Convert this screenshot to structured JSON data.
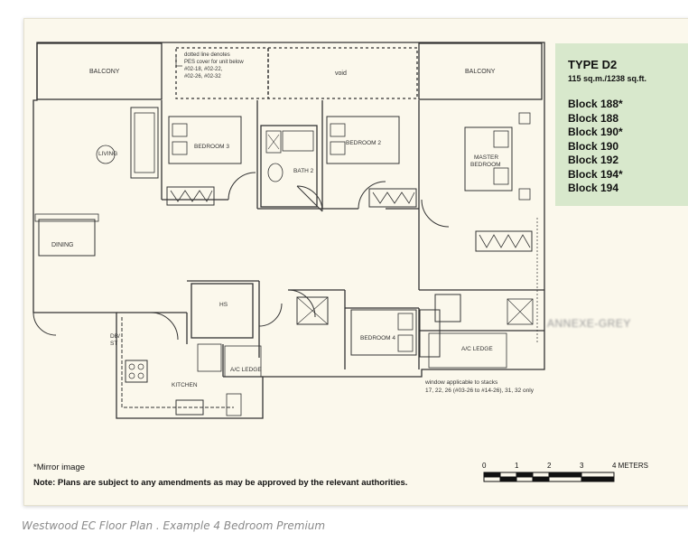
{
  "type_box": {
    "title": "TYPE D2",
    "area": "115 sq.m./1238 sq.ft.",
    "blocks": [
      "Block 188*",
      "Block 188",
      "Block 190*",
      "Block 190",
      "Block 192",
      "Block 194*",
      "Block 194"
    ]
  },
  "plan": {
    "rooms": {
      "balcony_left": "BALCONY",
      "balcony_right": "BALCONY",
      "void": "void",
      "living": "LIVING",
      "dining": "DINING",
      "bedroom3": "BEDROOM 3",
      "bedroom2": "BEDROOM 2",
      "master_bedroom_l1": "MASTER",
      "master_bedroom_l2": "BEDROOM",
      "bath2": "BATH 2",
      "hs": "HS",
      "kitchen": "KITCHEN",
      "db_st_1": "DB/",
      "db_st_2": "ST",
      "ac_ledge_left": "A/C LEDGE",
      "ac_ledge_right": "A/C LEDGE",
      "bedroom4": "BEDROOM 4",
      "stamp": "ANNEXE-GREY"
    },
    "pes_note": [
      "dotted line denotes",
      "PES cover for unit below",
      "#02-18, #02-22,",
      "#02-26, #02-32"
    ],
    "window_note": [
      "window applicable to stacks",
      "17, 22, 26 (#03-26 to #14-26), 31, 32 only"
    ]
  },
  "scale": {
    "ticks": [
      "0",
      "1",
      "2",
      "3",
      "4 METERS"
    ]
  },
  "notes": {
    "mirror": "*Mirror image",
    "disclaimer": "Note: Plans are subject to any amendments as may be approved by the relevant authorities."
  },
  "caption": "Westwood EC Floor Plan . Example 4 Bedroom Premium",
  "colors": {
    "panel": "#d8e8cc",
    "card": "#fbf8ec",
    "walls": "#333333"
  }
}
